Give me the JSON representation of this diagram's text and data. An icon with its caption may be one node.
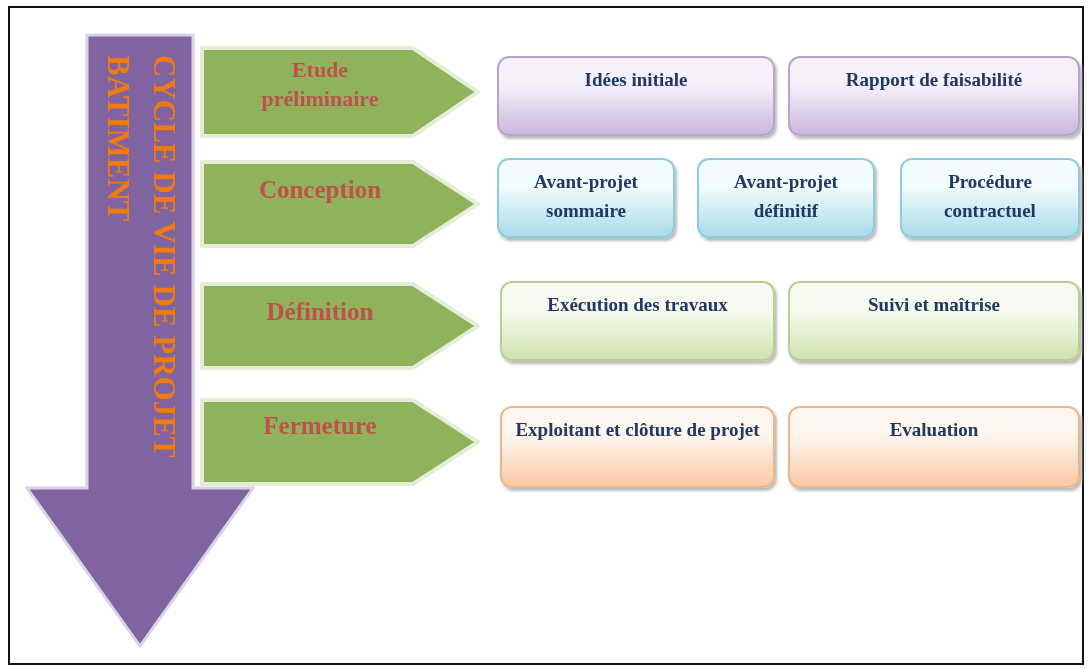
{
  "diagram": {
    "nodes": [
      {
        "text": [
          "CYCLE DE VIE DE PROJET BATIMENT"
        ]
      },
      {
        "text": [
          "Etude préliminaire"
        ]
      },
      {
        "text": [
          "Idées initiale"
        ]
      },
      {
        "text": [
          "Rapport de faisabilité"
        ]
      },
      {
        "text": [
          "Conception"
        ]
      },
      {
        "text": [
          "Avant-projet sommaire"
        ]
      },
      {
        "text": [
          "Avant-projet définitif"
        ]
      },
      {
        "text": [
          "Procédure contractuel"
        ]
      },
      {
        "text": [
          "Définition"
        ]
      },
      {
        "text": [
          "Exécution des travaux"
        ]
      },
      {
        "text": [
          "Suivi et maîtrise"
        ]
      },
      {
        "text": [
          "Fermeture"
        ]
      },
      {
        "text": [
          "Exploitant et clôture de projet"
        ]
      },
      {
        "text": [
          "Evaluation"
        ]
      }
    ]
  }
}
